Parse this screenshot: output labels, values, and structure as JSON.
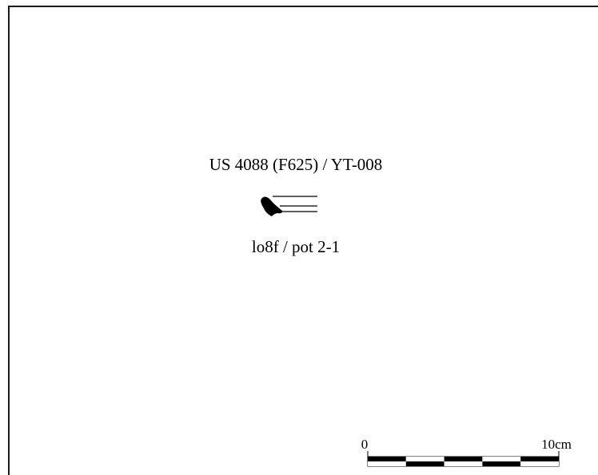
{
  "drawing": {
    "title": "US 4088 (F625) / YT-008",
    "caption": "lo8f / pot 2-1"
  },
  "scale_bar": {
    "start_label": "0",
    "end_label": "10cm",
    "segments": 5,
    "colors": {
      "fill": "#000000",
      "empty": "#ffffff",
      "outline": "#000000"
    }
  },
  "frame": {
    "color": "#1a1a1a"
  }
}
